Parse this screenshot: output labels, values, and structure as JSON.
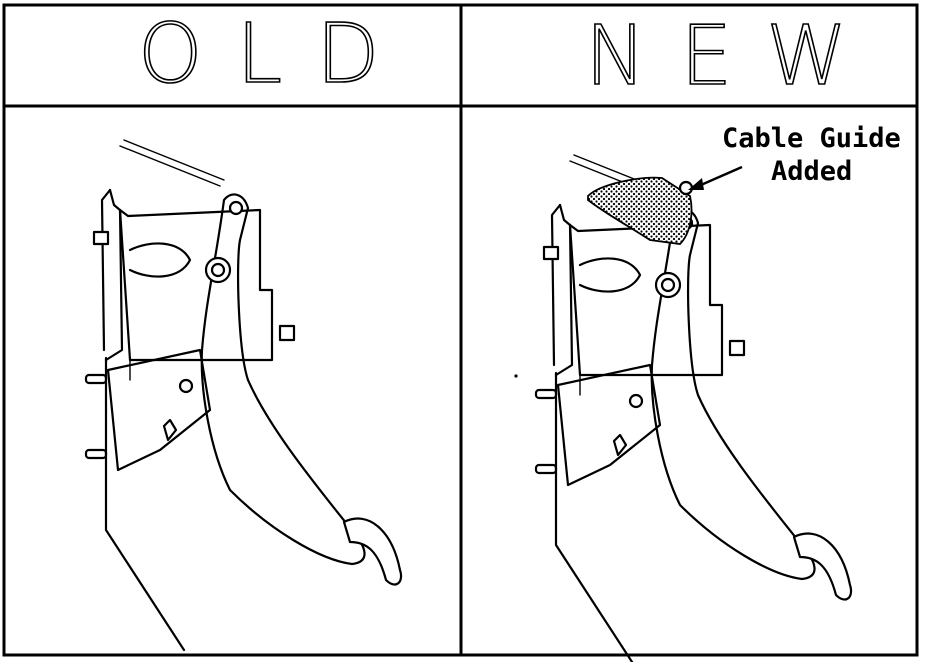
{
  "panels": [
    {
      "id": "old",
      "header": "OLD"
    },
    {
      "id": "new",
      "header": "NEW"
    }
  ],
  "callout": {
    "line1": "Cable Guide",
    "line2": "Added"
  },
  "colors": {
    "ink": "#000000",
    "paper": "#ffffff"
  }
}
